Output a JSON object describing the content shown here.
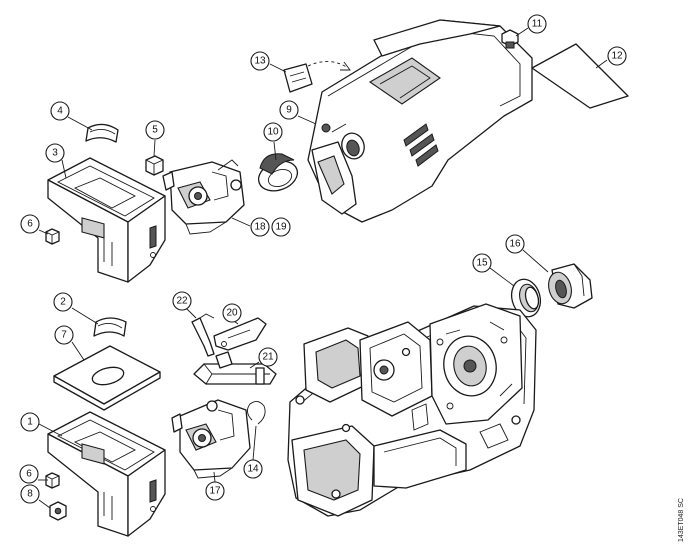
{
  "callouts": [
    {
      "id": "c1",
      "label": "1"
    },
    {
      "id": "c2",
      "label": "2"
    },
    {
      "id": "c3",
      "label": "3"
    },
    {
      "id": "c4",
      "label": "4"
    },
    {
      "id": "c5",
      "label": "5"
    },
    {
      "id": "c6a",
      "label": "6"
    },
    {
      "id": "c6b",
      "label": "6"
    },
    {
      "id": "c7",
      "label": "7"
    },
    {
      "id": "c8",
      "label": "8"
    },
    {
      "id": "c9",
      "label": "9"
    },
    {
      "id": "c10",
      "label": "10"
    },
    {
      "id": "c11",
      "label": "11"
    },
    {
      "id": "c12",
      "label": "12"
    },
    {
      "id": "c13",
      "label": "13"
    },
    {
      "id": "c14",
      "label": "14"
    },
    {
      "id": "c15",
      "label": "15"
    },
    {
      "id": "c16",
      "label": "16"
    },
    {
      "id": "c17",
      "label": "17"
    },
    {
      "id": "c18",
      "label": "18"
    },
    {
      "id": "c19",
      "label": "19"
    },
    {
      "id": "c20",
      "label": "20"
    },
    {
      "id": "c21",
      "label": "21"
    },
    {
      "id": "c22",
      "label": "22"
    }
  ],
  "ref_code": "143ET048 SC"
}
